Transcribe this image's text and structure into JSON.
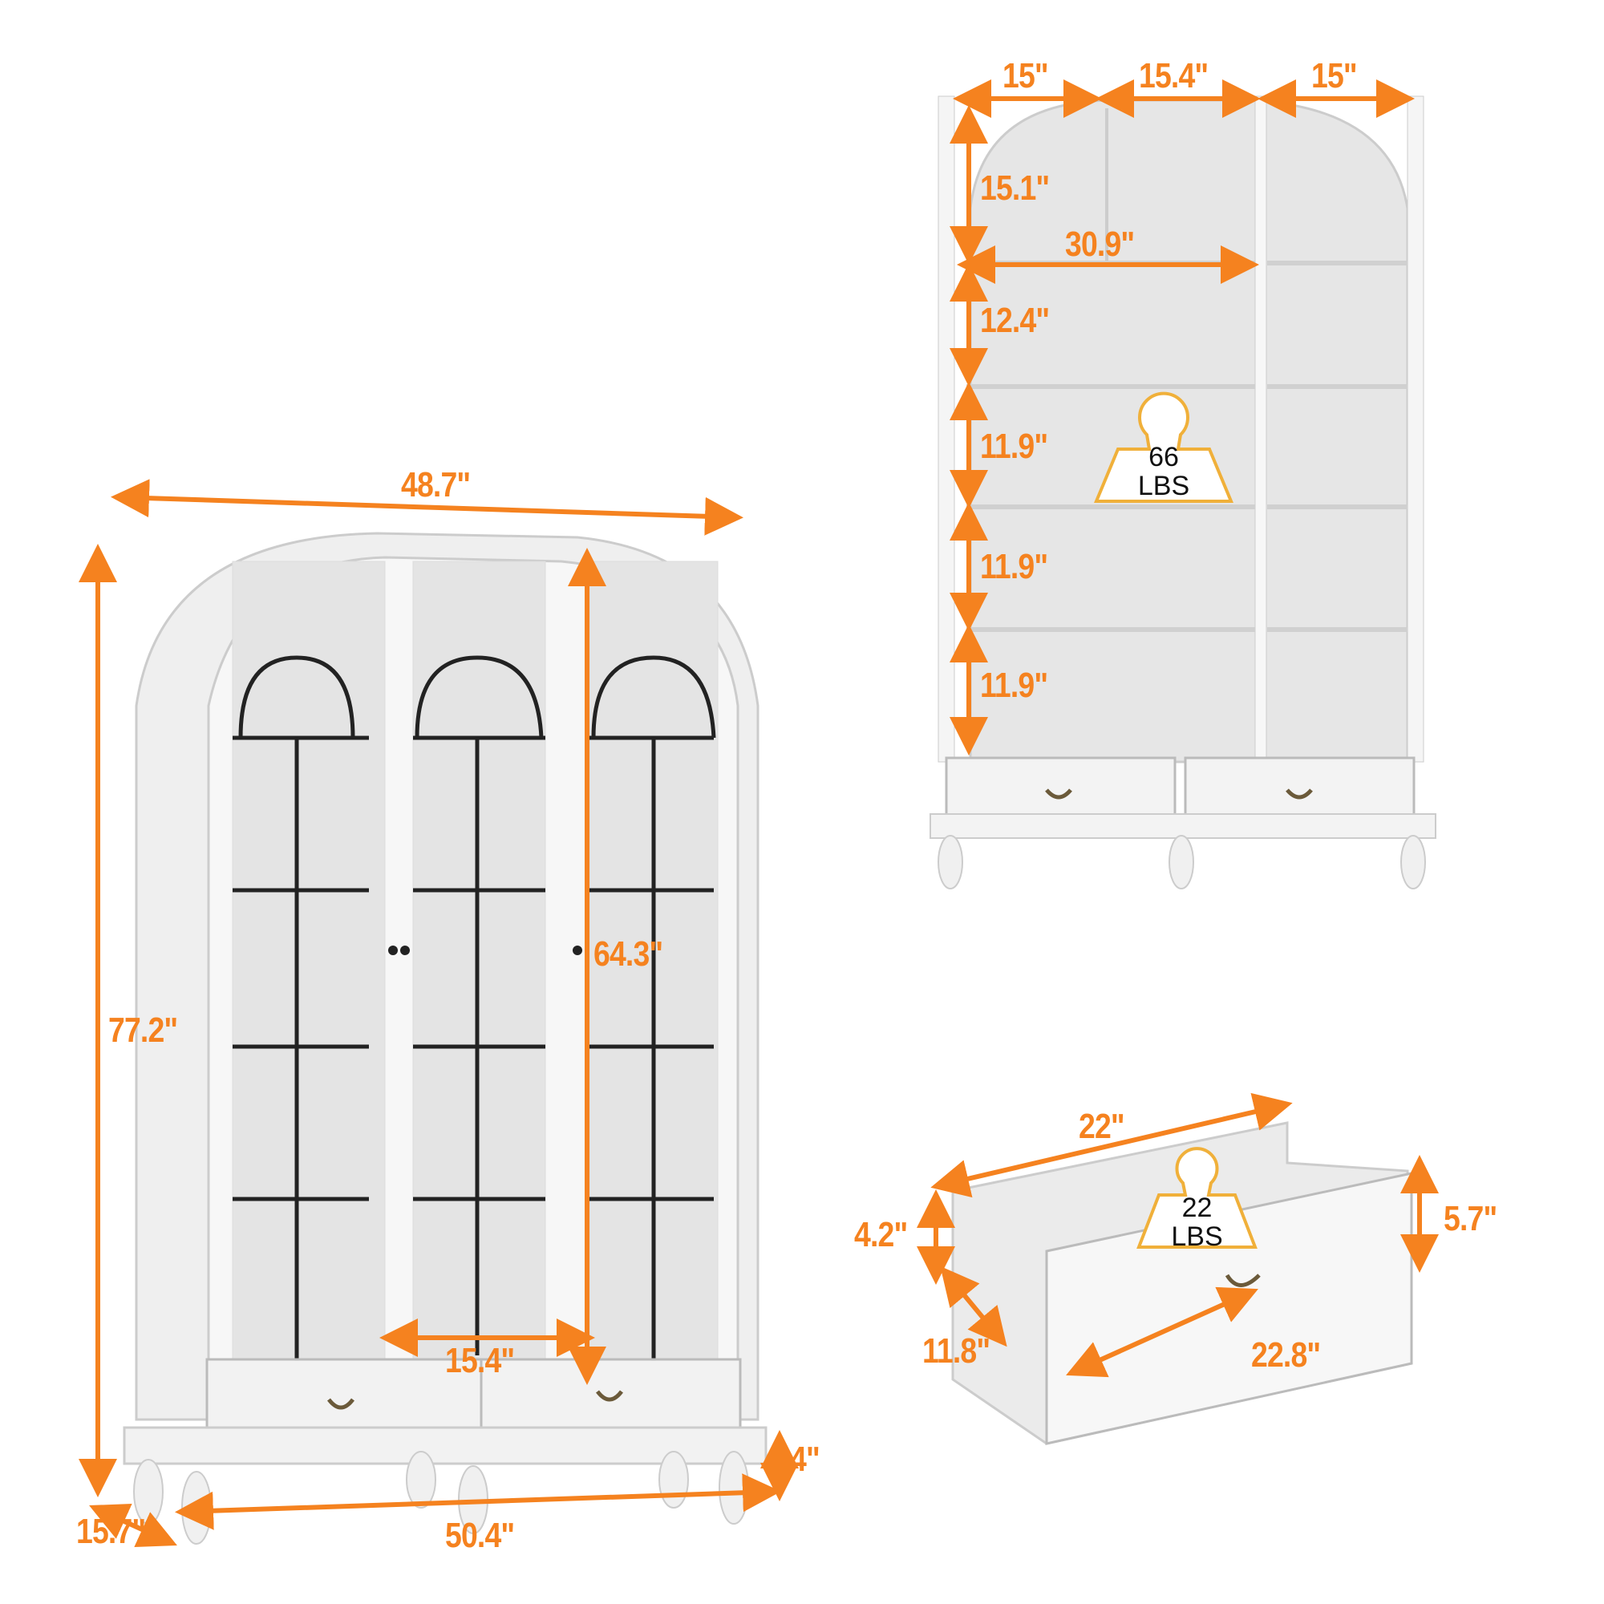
{
  "accent_color": "#f5821f",
  "weight_badge_color": "#f0b03a",
  "front_view": {
    "top_width": "48.7\"",
    "total_height": "77.2\"",
    "door_height": "64.3\"",
    "door_width": "15.4\"",
    "leg_height": "4\"",
    "base_width": "50.4\"",
    "depth": "15.7\""
  },
  "open_view": {
    "left_section_width": "15\"",
    "middle_section_width": "15.4\"",
    "right_section_width": "15\"",
    "top_shelf_height": "15.1\"",
    "inner_width": "30.9\"",
    "shelf_heights": [
      "12.4\"",
      "11.9\"",
      "11.9\"",
      "11.9\""
    ],
    "shelf_capacity": {
      "value": "66",
      "unit": "LBS"
    }
  },
  "drawer_view": {
    "back_width": "22\"",
    "front_width": "22.8\"",
    "depth": "11.8\"",
    "back_height": "4.2\"",
    "front_height": "5.7\"",
    "capacity": {
      "value": "22",
      "unit": "LBS"
    }
  }
}
